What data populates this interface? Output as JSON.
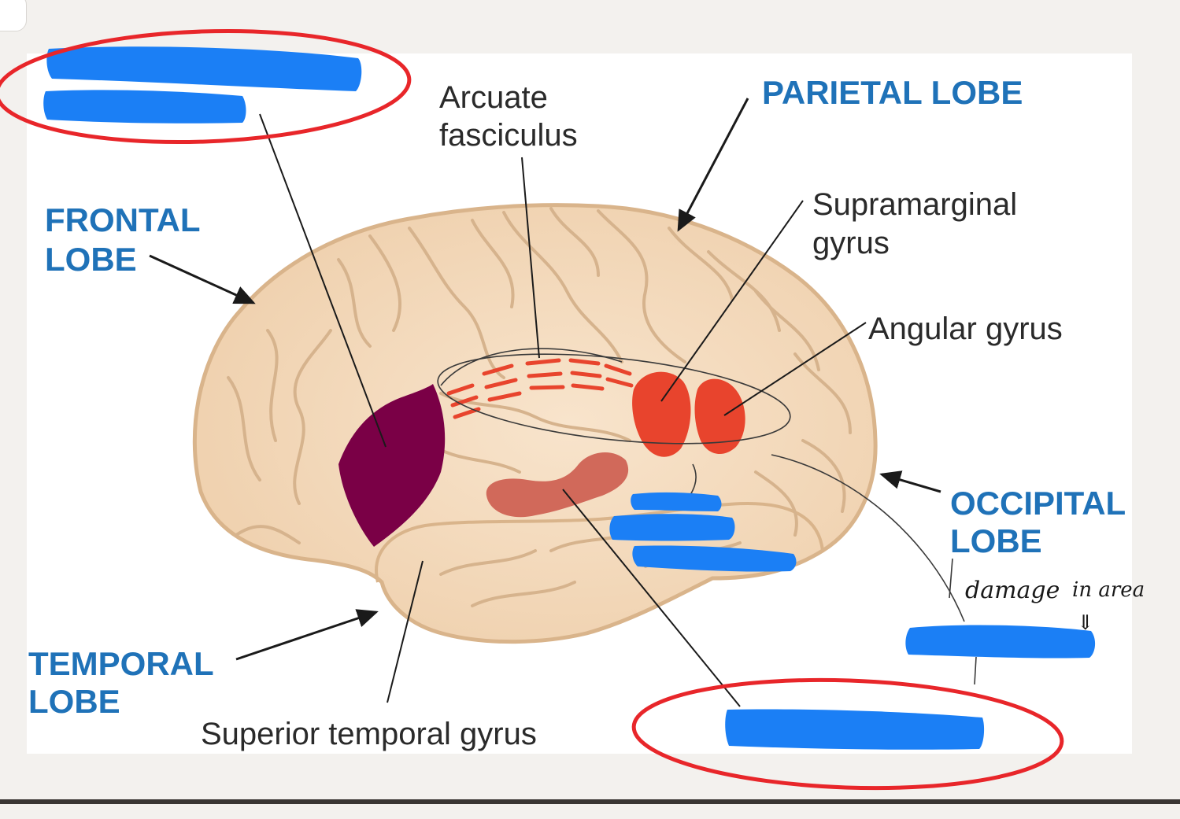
{
  "colors": {
    "lobe_label": "#1f72b8",
    "annotation_label": "#2a2a2a",
    "brain_fill": "#f1d4b3",
    "broca_area": "#7a0046",
    "wernicke_area": "#d1695a",
    "gyri_areas": "#e8442d",
    "redaction": "#1b7ff5",
    "highlight_circle": "#e8262a"
  },
  "lobes": {
    "frontal": [
      "FRONTAL",
      "LOBE"
    ],
    "parietal": "PARIETAL LOBE",
    "occipital": [
      "OCCIPITAL",
      "LOBE"
    ],
    "temporal": [
      "TEMPORAL",
      "LOBE"
    ]
  },
  "labels": {
    "arcuate": [
      "Arcuate",
      "fasciculus"
    ],
    "supramarginal": [
      "Supramarginal",
      "gyrus"
    ],
    "angular": "Angular gyrus",
    "superior_temporal": "Superior temporal gyrus"
  },
  "handwritten_note": [
    "damage",
    "in area",
    "⇓"
  ]
}
